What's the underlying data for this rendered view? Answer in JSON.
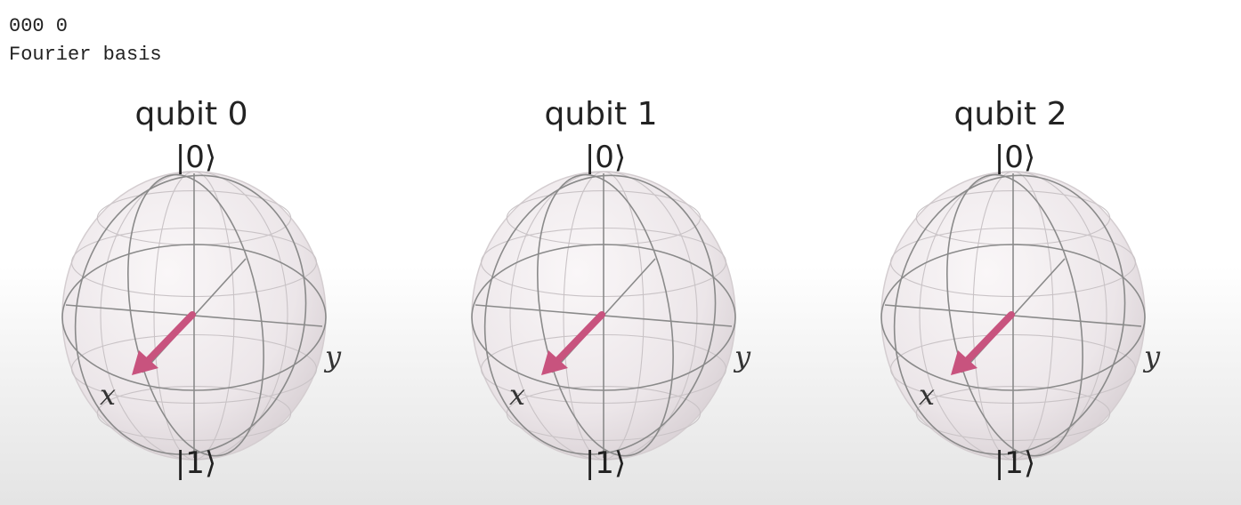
{
  "console": {
    "line1": "000 0",
    "line2": "Fourier basis"
  },
  "qubits": [
    {
      "title": "qubit 0"
    },
    {
      "title": "qubit 1"
    },
    {
      "title": "qubit 2"
    }
  ],
  "labels": {
    "ket0": "|0⟩",
    "ket1": "|1⟩",
    "x": "x",
    "y": "y"
  },
  "colors": {
    "sphere": "#ece6e9",
    "wireframe": "#8a8a8a",
    "state_vector": "#c8537e"
  },
  "state_vector_direction": "+x"
}
